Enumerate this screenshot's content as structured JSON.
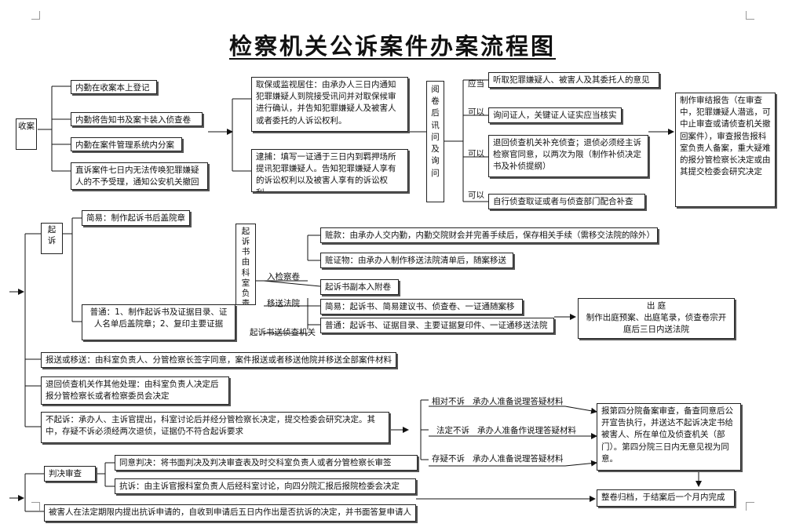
{
  "title": "检察机关公诉案件办案流程图",
  "receive": {
    "label": "收案",
    "steps": [
      "内勤在收案本上登记",
      "内勤将告知书及案卡装入侦查卷",
      "内勤在案件管理系统内分案",
      "直诉案件七日内无法传唤犯罪嫌疑人的不予受理，通知公安机关撤回"
    ]
  },
  "measures": {
    "bail": "取保或监视居住：由承办人三日内通知犯罪嫌疑人到院接受讯问并对取保候审进行确认，并告知犯罪嫌疑人及被害人或者委托的人诉讼权利。",
    "arrest": "逮捕：填写一证通于三日内到羁押场所提讯犯罪嫌疑人。告知犯罪嫌疑人享有的诉讼权利以及被害人享有的诉讼权利。"
  },
  "review": {
    "label": "阅卷后讯问及询问",
    "branches": [
      {
        "cond": "应当",
        "text": "听取犯罪嫌疑人、被害人及其委托人的意见"
      },
      {
        "cond": "可以",
        "text": "询问证人，关键证人证实应当核实"
      },
      {
        "cond": "可以",
        "text": "退回侦查机关补充侦查；退侦必须经主诉检察官同意，以两次为限（制作补侦决定书及补侦提纲）"
      },
      {
        "cond": "可以",
        "text": "自行侦查取证或者与侦查部门配合补查"
      }
    ]
  },
  "final_report": "制作审结报告（在审查中，犯罪嫌疑人潜逃，可中止审查或请侦查机关撤回案件），审查报告报科室负责人备案，重大疑难的报分管检察长决定或由其提交检委会研究决定",
  "prosecute": {
    "label": "起诉",
    "simple": "简易：制作起诉书后盖院章",
    "normal": "普通：1、制作起诉书及证据目录、证人名单后盖院章；2、复印主要证据",
    "indictment_note": "起诉书由科室负责人备案",
    "branch_into_file": "入检察卷",
    "branch_transfer": "移送法院",
    "branch_police": "起诉书送侦查机关",
    "stolen_money": "赃款：由承办人交内勤，内勤交院财会并完善手续后，保存相关手续（需移交法院的除外）",
    "stolen_goods": "赃证物：由承办人制作移送法院清单后，随案移送",
    "copy_file": "起诉书副本入附卷",
    "transfer_simple": "简易：起诉书、简易建议书、侦查卷、一证通随案移送",
    "transfer_normal": "普通：起诉书、证据目录、主要证据复印件、一证通移送法院",
    "court_title": "出 庭",
    "court_text": "制作出庭预案、出庭笔录，侦查卷宗开庭后三日内送法院"
  },
  "report_transfer": "报送或移送：由科室负责人、分管检察长签字同意，案件报送或者移送他院并移送全部案件材料",
  "return_police": "退回侦查机关作其他处理：由科室负责人决定后报分管检察长或者检察委员会决定",
  "no_prosecute": {
    "text": "不起诉：承办人、主诉官提出，科室讨论后并经分管检察长决定，提交检委会研究决定。其中，存疑不诉必须经两次退侦，证据仍不符合起诉要求",
    "types": [
      {
        "name": "相对不诉",
        "text": "承办人准备说理答疑材料"
      },
      {
        "name": "法定不诉",
        "text": "承办人准备作说理答疑材料"
      },
      {
        "name": "存疑不诉",
        "text": "承办人准备说理答疑材料"
      }
    ],
    "result": "报第四分院备案审查，备查同意后公开宣告执行，并送达不起诉决定书给被害人、所在单位及侦查机关（部门）。第四分院三日内无意见视为同意。"
  },
  "judgment": {
    "label": "判决审查",
    "agree": "同意判决：将书面判决及判决审查表及时交科室负责人或者分管检察长审签",
    "protest": "抗诉：由主诉官报科室负责人后经科室讨论，向四分院汇报后报院检委会决定",
    "victim": "被害人在法定期限内提出抗诉申请的，自收到申请后五日内作出是否抗诉的决定，并书面答复申请人"
  },
  "archive": "整卷归档，于结案后一个月内完成"
}
